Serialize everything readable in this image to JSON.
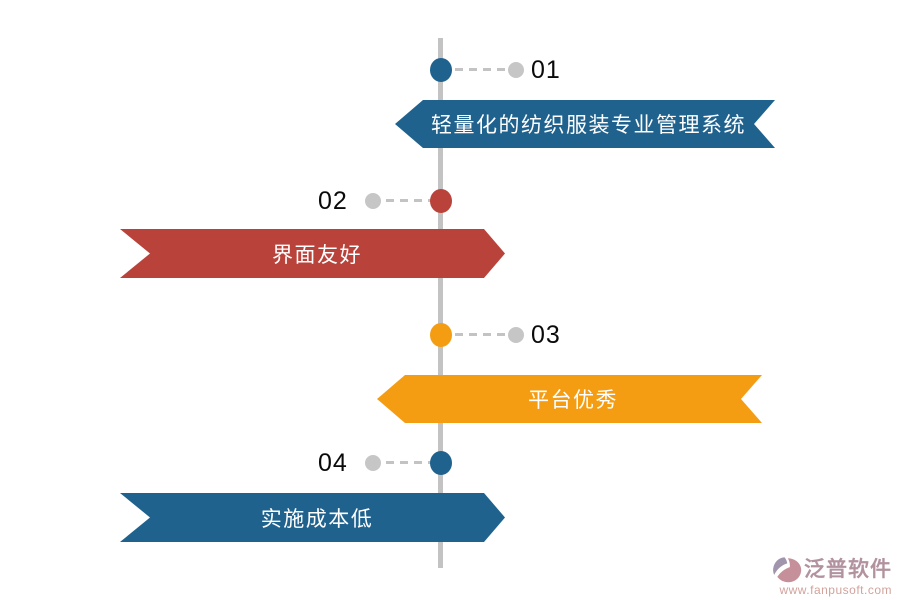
{
  "page": {
    "background_color": "#ffffff",
    "timeline_line_color": "#c3c3c3",
    "connector_dot_color": "#c6c6c6",
    "number_text_color": "#0a0a0a",
    "banner_text_color": "#ffffff"
  },
  "timeline": {
    "items": [
      {
        "number": "01",
        "label": "轻量化的纺织服装专业管理系统",
        "color": "#1f628e",
        "banner_side": "right"
      },
      {
        "number": "02",
        "label": "界面友好",
        "color": "#b9433a",
        "banner_side": "left"
      },
      {
        "number": "03",
        "label": "平台优秀",
        "color": "#f49d13",
        "banner_side": "right"
      },
      {
        "number": "04",
        "label": "实施成本低",
        "color": "#1f628e",
        "banner_side": "left"
      }
    ]
  },
  "watermark": {
    "icon": "fanpu-logo-icon",
    "brand": "泛普软件",
    "url": "www.fanpusoft.com",
    "brand_color": "#b2929e",
    "url_color": "#d2a29b",
    "icon_colors": [
      "#a195ad",
      "#c59099"
    ]
  }
}
